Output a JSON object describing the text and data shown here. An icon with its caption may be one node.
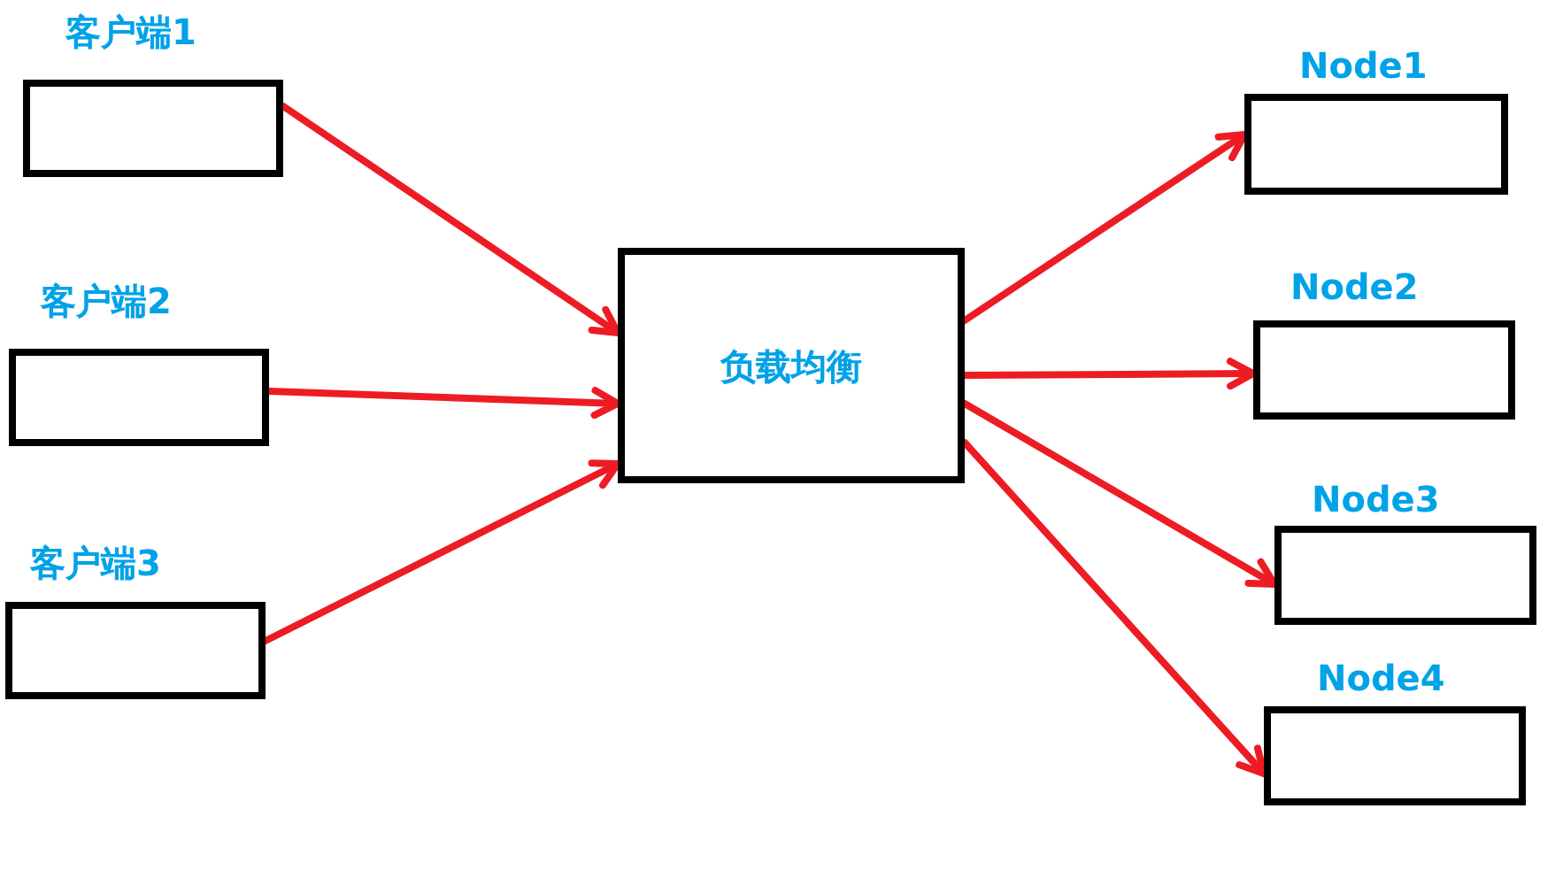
{
  "diagram": {
    "nodes": [
      {
        "text": [
          "客户端1"
        ]
      },
      {
        "text": [
          "客户端2"
        ]
      },
      {
        "text": [
          "客户端3"
        ]
      },
      {
        "text": [
          "负载均衡"
        ]
      },
      {
        "text": [
          "Node1"
        ]
      },
      {
        "text": [
          "Node2"
        ]
      },
      {
        "text": [
          "Node3"
        ]
      },
      {
        "text": [
          "Node4"
        ]
      }
    ],
    "edges": [
      {
        "from": 0,
        "to": 3,
        "arrow": "to"
      },
      {
        "from": 1,
        "to": 3,
        "arrow": "to"
      },
      {
        "from": 2,
        "to": 3,
        "arrow": "to"
      },
      {
        "from": 3,
        "to": 4,
        "arrow": "to"
      },
      {
        "from": 3,
        "to": 5,
        "arrow": "to"
      },
      {
        "from": 3,
        "to": 6,
        "arrow": "to"
      },
      {
        "from": 3,
        "to": 7,
        "arrow": "to"
      }
    ]
  }
}
